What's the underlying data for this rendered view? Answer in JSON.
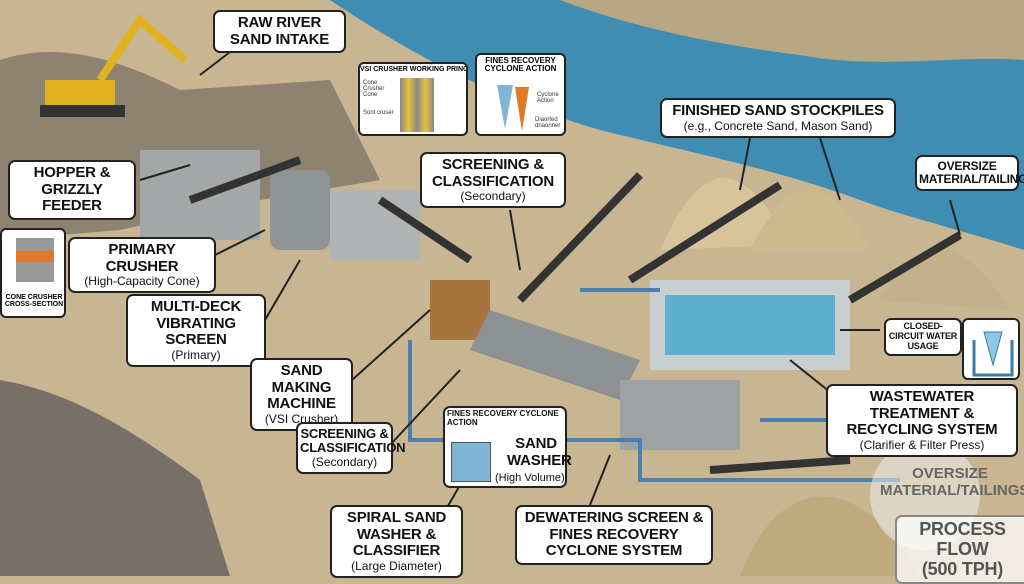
{
  "labels": {
    "raw_intake": {
      "title": "RAW RIVER SAND INTAKE"
    },
    "hopper": {
      "title": "HOPPER & GRIZZLY FEEDER"
    },
    "primary_crusher": {
      "title": "PRIMARY CRUSHER",
      "sub": "(High-Capacity Cone)"
    },
    "vibrating_screen": {
      "title": "MULTI-DECK VIBRATING SCREEN",
      "sub": "(Primary)"
    },
    "sand_making": {
      "title": "SAND MAKING MACHINE",
      "sub": "(VSI Crusher)"
    },
    "screening_upper": {
      "title": "SCREENING & CLASSIFICATION",
      "sub": "(Secondary)"
    },
    "screening_lower": {
      "title": "SCREENING & CLASSIFICATION",
      "sub": "(Secondary)"
    },
    "stockpiles": {
      "title": "FINISHED SAND STOCKPILES",
      "sub": "(e.g., Concrete Sand, Mason Sand)"
    },
    "oversize": {
      "title": "OVERSIZE MATERIAL/TAILINGS"
    },
    "closed_circuit": {
      "title": "CLOSED-CIRCUIT WATER USAGE"
    },
    "wastewater": {
      "title": "WASTEWATER TREATMENT & RECYCLING SYSTEM",
      "sub": "(Clarifier & Filter Press)"
    },
    "sand_washer": {
      "title": "SAND WASHER",
      "sub": "(High Volume)",
      "inset_title": "FINES RECOVERY CYCLONE ACTION"
    },
    "spiral_washer": {
      "title": "SPIRAL SAND WASHER & CLASSIFIER",
      "sub": "(Large Diameter)"
    },
    "dewatering": {
      "title": "DEWATERING SCREEN & FINES RECOVERY CYCLONE SYSTEM"
    },
    "oversize_faded": {
      "title": "OVERSIZE MATERIAL/TAILINGS"
    },
    "process_flow": {
      "title": "PROCESS FLOW",
      "sub": "(500 TPH)"
    }
  },
  "insets": {
    "vsi": {
      "title": "VSI CRUSHER WORKING PRINCIPLE",
      "labels": [
        "Cone Crusher Cone",
        "Sont cruser"
      ]
    },
    "fines": {
      "title": "FINES RECOVERY CYCLONE ACTION",
      "labels": [
        "Cyclone Action",
        "Diaorted dnaonner"
      ]
    },
    "cone": {
      "title": "CONE CRUSHER CROSS-SECTION"
    }
  },
  "colors": {
    "water": "#3f8db3",
    "ground": "#c8b591",
    "steel": "#9aa0a3",
    "pipe": "#4a7fb0",
    "sand": "#d8c49a"
  }
}
